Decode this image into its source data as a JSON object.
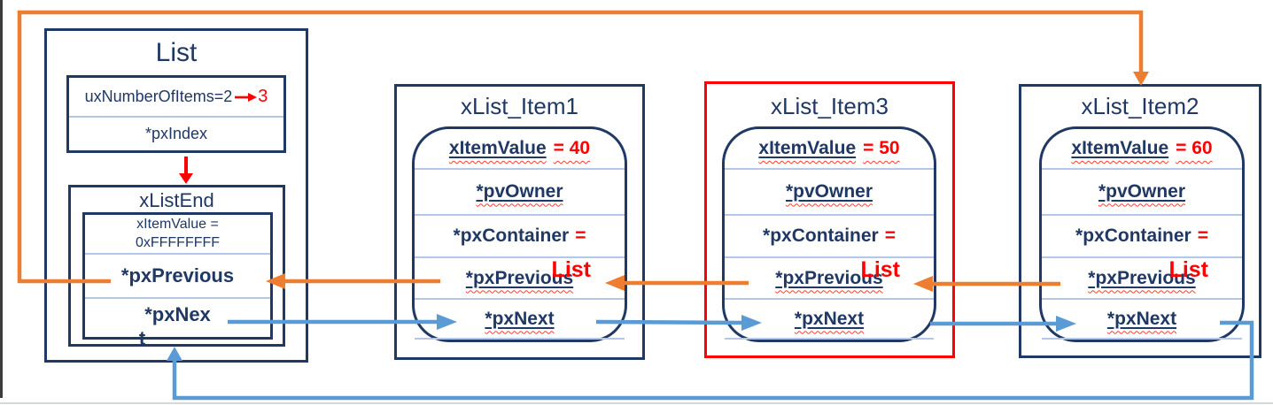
{
  "diagram_title": "FreeRTOS list after inserting xList_Item3",
  "colors": {
    "navy": "#1F3864",
    "separator_blue": "#B4C7E7",
    "arrow_orange": "#ED7D31",
    "arrow_blue": "#5B9BD5",
    "red": "#FF0000"
  },
  "list_box": {
    "title": "List",
    "num_items_label": "uxNumberOfItems=2",
    "num_items_new_value": "3",
    "px_index": "*pxIndex",
    "xlistend": {
      "title": "xListEnd",
      "item_value_line1": "xItemValue =",
      "item_value_line2": "0xFFFFFFFF",
      "px_previous": "*pxPrevious",
      "px_next_line1": "*pxNex",
      "px_next_line2": "t"
    }
  },
  "items": [
    {
      "title": "xList_Item1",
      "item_value_label": "xItemValue",
      "item_value": "= 40",
      "pv_owner": "*pvOwner",
      "px_container_label": "*pxContainer",
      "px_container_eq": "=",
      "px_container_value": "List",
      "px_previous": "*pxPrevious",
      "px_next": "*pxNext",
      "highlighted": false
    },
    {
      "title": "xList_Item3",
      "item_value_label": "xItemValue",
      "item_value": "= 50",
      "pv_owner": "*pvOwner",
      "px_container_label": "*pxContainer",
      "px_container_eq": "=",
      "px_container_value": "List",
      "px_previous": "*pxPrevious",
      "px_next": "*pxNext",
      "highlighted": true
    },
    {
      "title": "xList_Item2",
      "item_value_label": "xItemValue",
      "item_value": "= 60",
      "pv_owner": "*pvOwner",
      "px_container_label": "*pxContainer",
      "px_container_eq": "=",
      "px_container_value": "List",
      "px_previous": "*pxPrevious",
      "px_next": "*pxNext",
      "highlighted": false
    }
  ],
  "arrows": [
    {
      "name": "listend-pxprevious-to-item2",
      "color": "orange"
    },
    {
      "name": "item1-pxprevious-to-listend",
      "color": "orange"
    },
    {
      "name": "item3-pxprevious-to-item1",
      "color": "orange"
    },
    {
      "name": "item2-pxprevious-to-item3",
      "color": "orange"
    },
    {
      "name": "listend-pxnext-to-item1",
      "color": "blue"
    },
    {
      "name": "item1-pxnext-to-item3",
      "color": "blue"
    },
    {
      "name": "item3-pxnext-to-item2",
      "color": "blue"
    },
    {
      "name": "item2-pxnext-to-listend",
      "color": "blue"
    },
    {
      "name": "pxindex-to-xlistend",
      "color": "red"
    },
    {
      "name": "numitems-increment",
      "color": "red"
    }
  ]
}
